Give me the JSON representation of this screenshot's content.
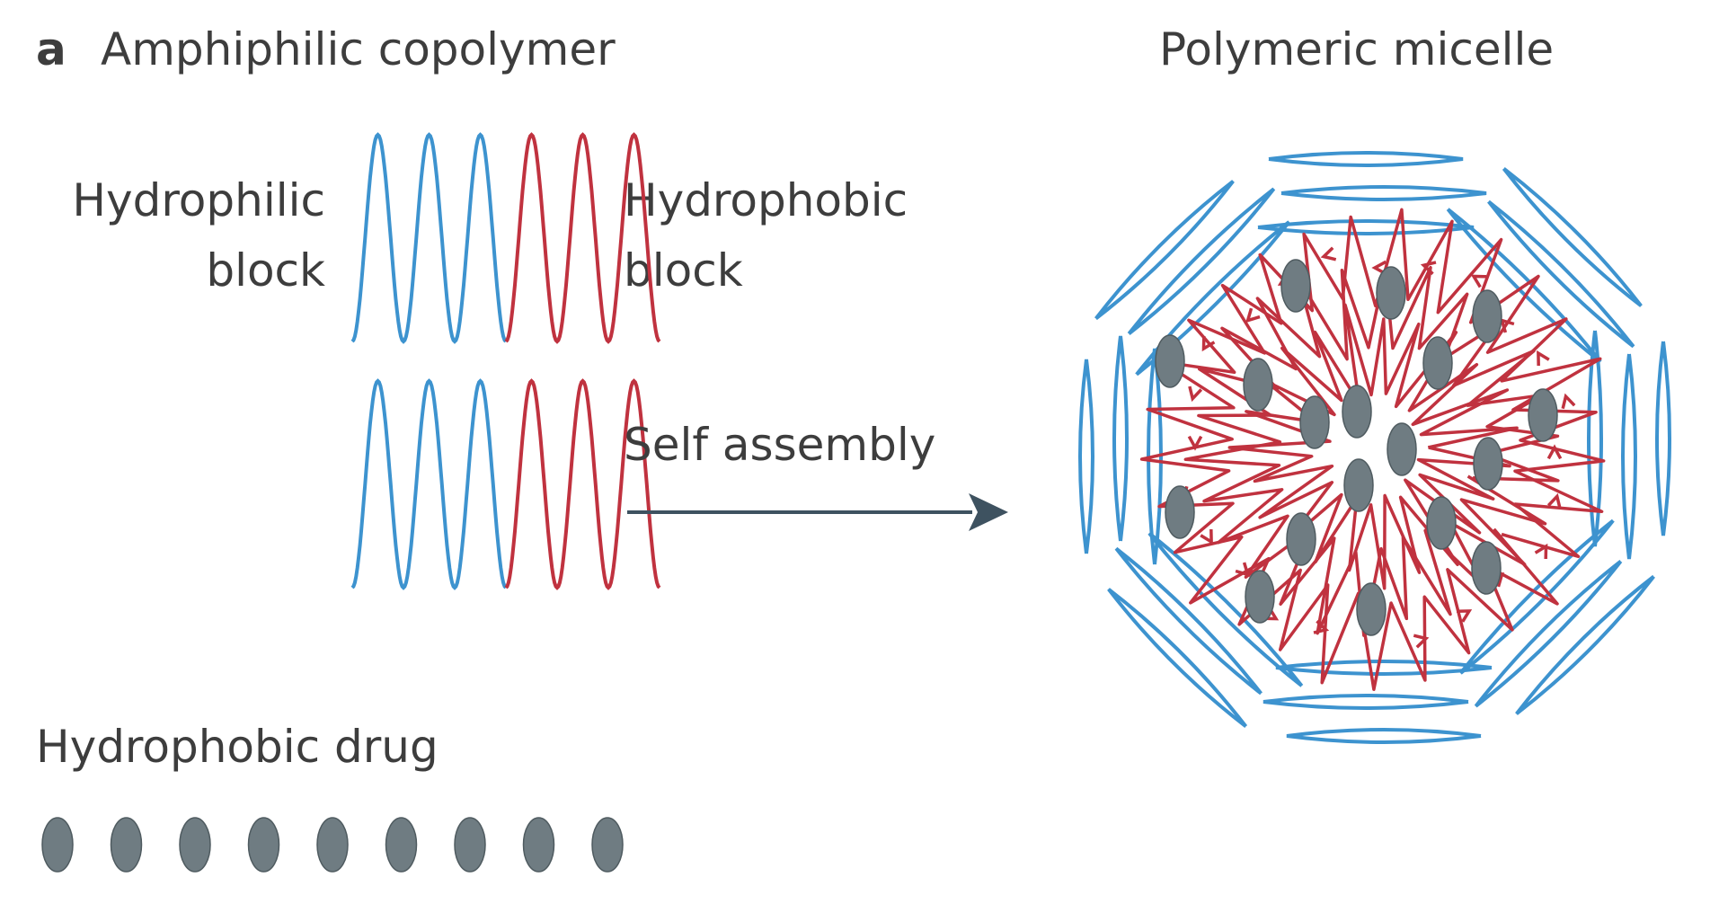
{
  "panel_letter": "a",
  "left_title": "Amphiphilic copolymer",
  "right_title": "Polymeric micelle",
  "hydrophilic_label": {
    "line1": "Hydrophilic",
    "line2": "block"
  },
  "hydrophobic_label": {
    "line1": "Hydrophobic",
    "line2": "block"
  },
  "arrow_label": "Self assembly",
  "drug_label": "Hydrophobic drug",
  "drug_count": 9,
  "colors": {
    "hydrophilic": "#3d93cf",
    "hydrophobic": "#c0323f",
    "drug": "#6f7c82",
    "arrow": "#3e5260",
    "text": "#3d3d3d"
  }
}
